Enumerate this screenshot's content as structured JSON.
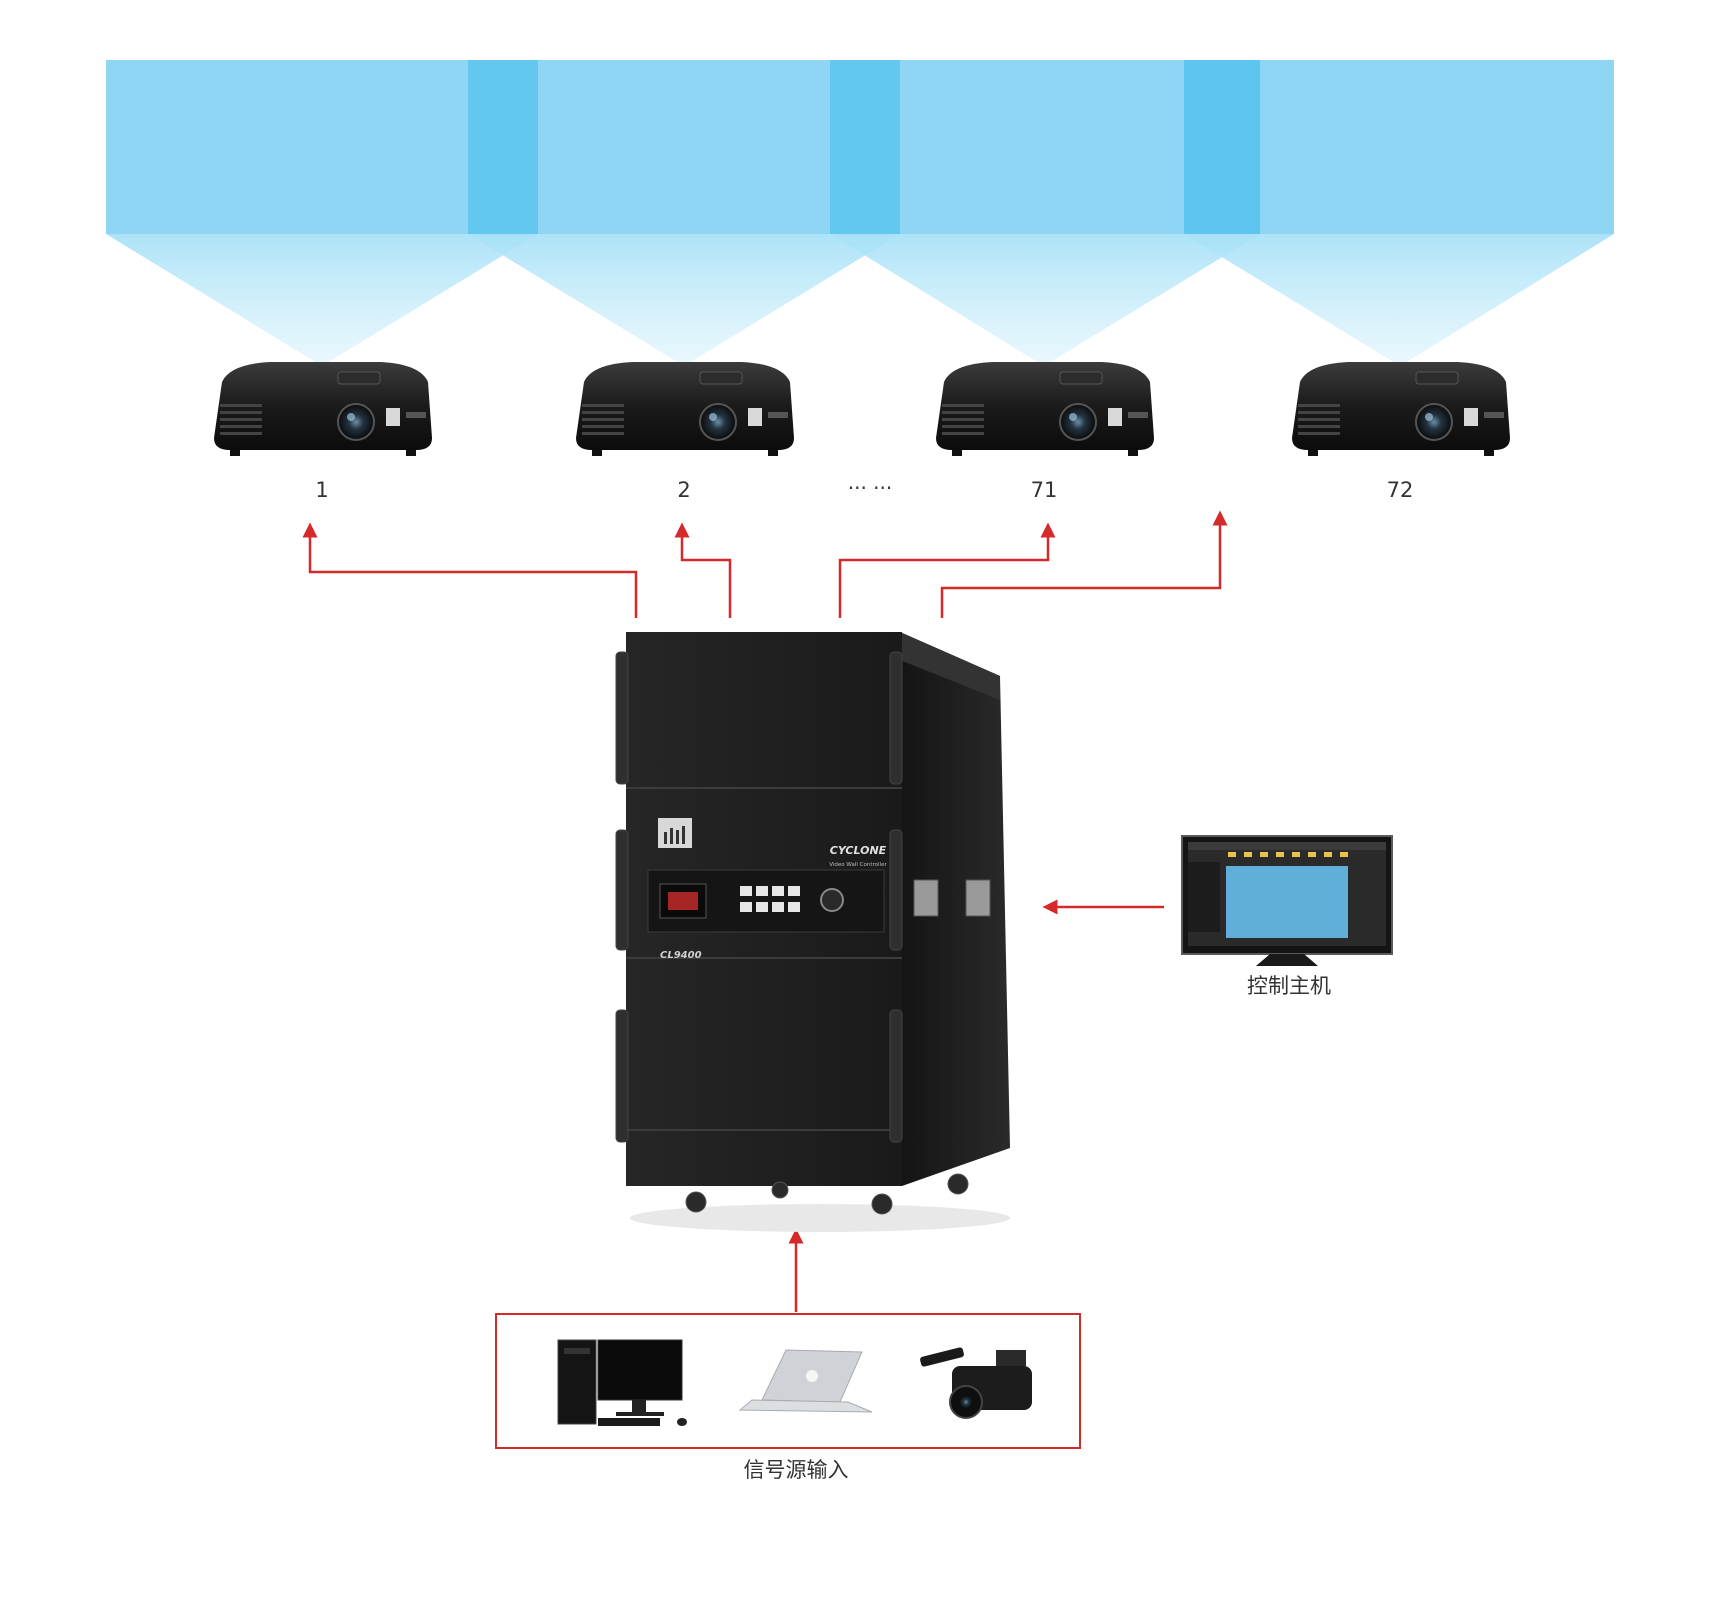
{
  "projectors": [
    {
      "label": "1"
    },
    {
      "label": "2"
    },
    {
      "label": "71"
    },
    {
      "label": "72"
    }
  ],
  "ellipsis": "··· ···",
  "controller": {
    "brand": "CYCLONE",
    "subtitle": "Video Wall Controller",
    "model": "CL9400"
  },
  "control_host_label": "控制主机",
  "signal_input_label": "信号源输入",
  "colors": {
    "screen": "#8ed6f4",
    "screen_overlap": "#5dc6f0",
    "arrow": "#d42a2a",
    "cabinet": "#1f1f1f",
    "text": "#333333"
  },
  "icons": [
    "projector-icon",
    "video-wall-controller-icon",
    "monitor-icon",
    "desktop-pc-icon",
    "laptop-icon",
    "camcorder-icon"
  ]
}
